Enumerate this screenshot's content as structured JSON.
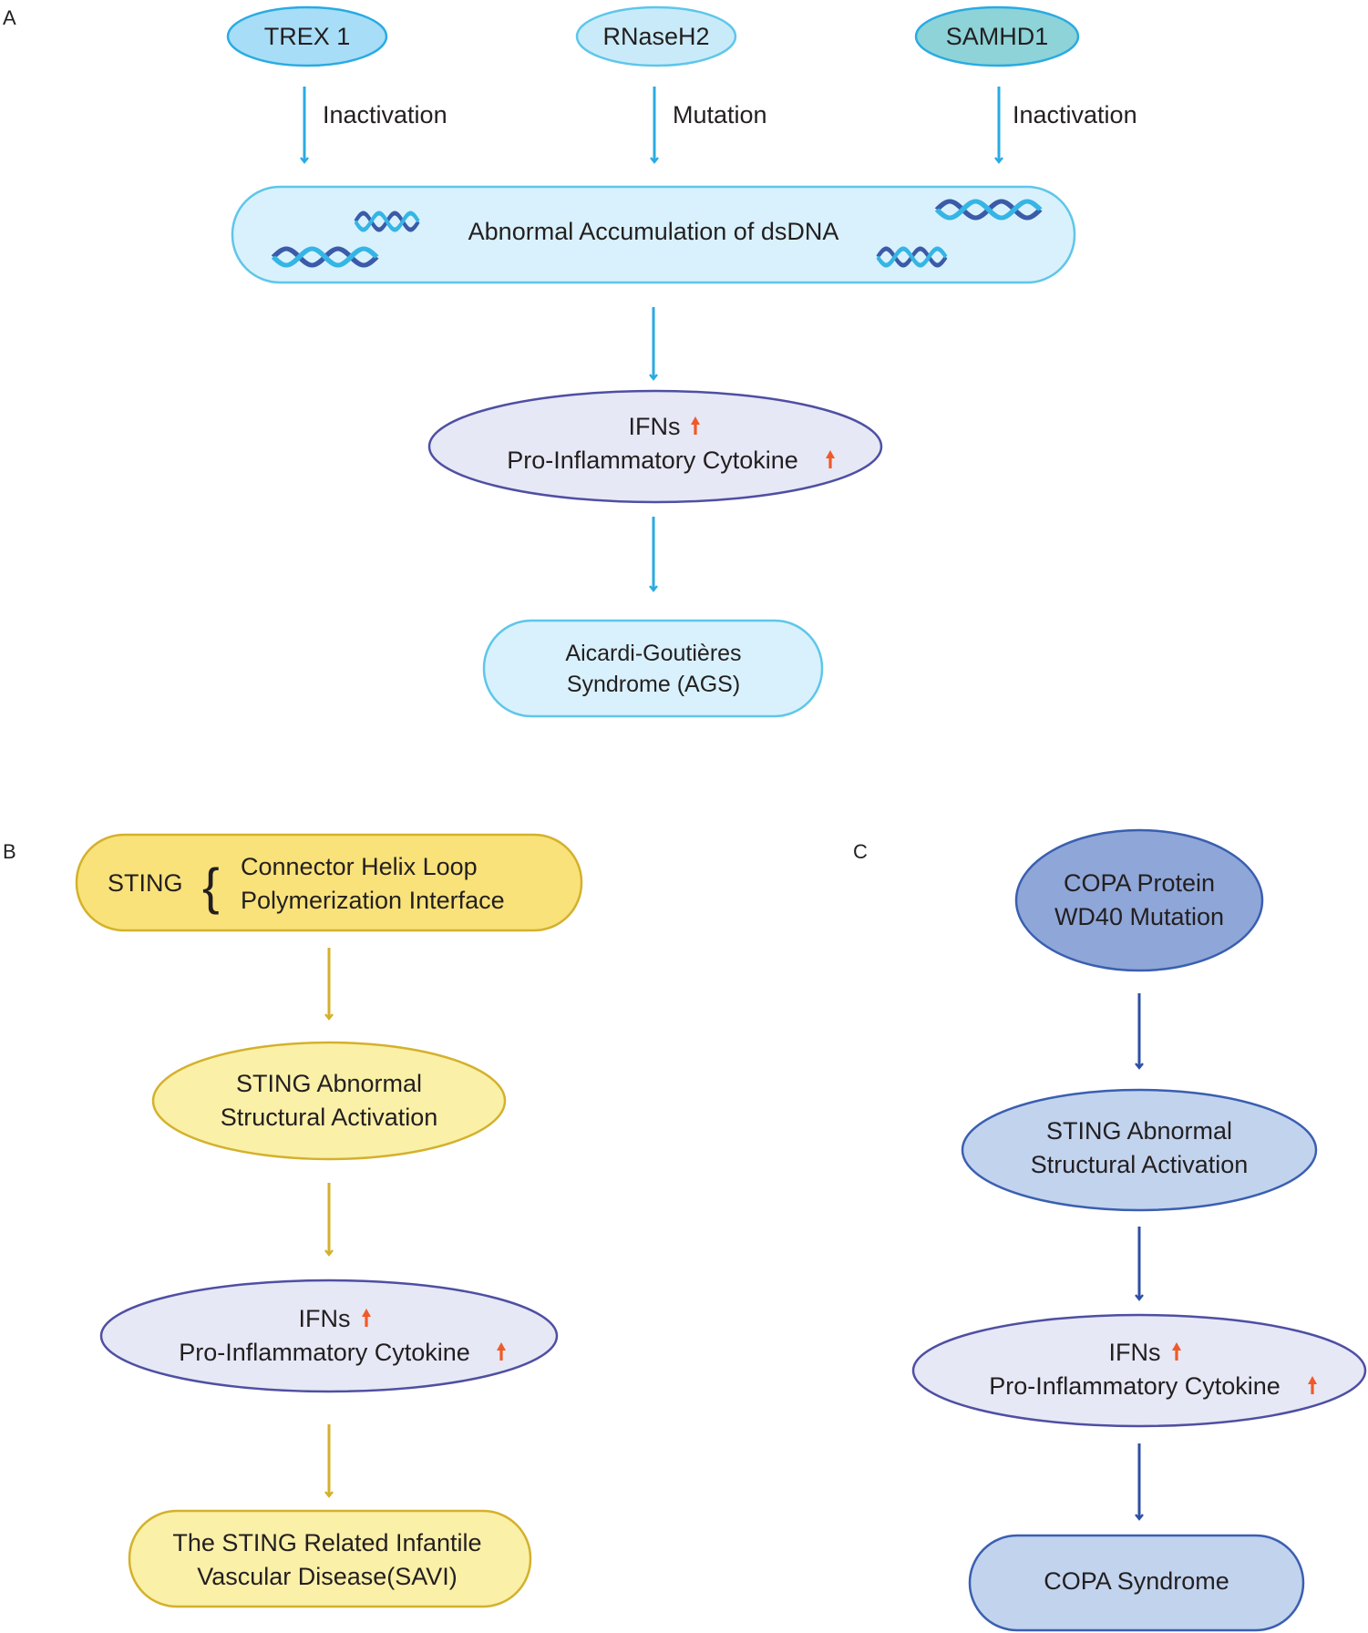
{
  "colors": {
    "cyan_arrow": "#29abe2",
    "gold_arrow": "#d4b12c",
    "navy_arrow": "#2e4fa3",
    "up_arrow": "#f05a28",
    "light_blue_fill": "#d9f1fc",
    "light_blue_stroke": "#5ec6ea",
    "lavender_fill": "#e6e8f5",
    "lavender_stroke": "#4f4fa3",
    "yellow_fill": "#f9e27a",
    "yellow_light_fill": "#faf0a8",
    "yellow_stroke": "#d4b12c",
    "copa_fill": "#8fa6d8",
    "copa_light_fill": "#c2d3ee",
    "copa_stroke": "#3a5fb0",
    "teal_fill": "#8dd3d8"
  },
  "panel_a": {
    "letter": "A",
    "sources": [
      {
        "label": "TREX 1",
        "arrow_label": "Inactivation"
      },
      {
        "label": "RNaseH2",
        "arrow_label": "Mutation"
      },
      {
        "label": "SAMHD1",
        "arrow_label": "Inactivation"
      }
    ],
    "accumulation": "Abnormal Accumulation of dsDNA",
    "ifns": "IFNs",
    "cytokine": "Pro-Inflammatory Cytokine",
    "outcome_line1": "Aicardi-Goutières",
    "outcome_line2": "Syndrome (AGS)"
  },
  "panel_b": {
    "letter": "B",
    "sting": "STING",
    "brace": "{",
    "domain_line1": "Connector Helix Loop",
    "domain_line2": "Polymerization Interface",
    "activation_line1": "STING Abnormal",
    "activation_line2": "Structural Activation",
    "ifns": "IFNs",
    "cytokine": "Pro-Inflammatory Cytokine",
    "outcome_line1": "The STING Related Infantile",
    "outcome_line2": "Vascular Disease(SAVI)"
  },
  "panel_c": {
    "letter": "C",
    "copa_line1": "COPA Protein",
    "copa_line2": "WD40 Mutation",
    "activation_line1": "STING Abnormal",
    "activation_line2": "Structural Activation",
    "ifns": "IFNs",
    "cytokine": "Pro-Inflammatory Cytokine",
    "outcome": "COPA Syndrome"
  }
}
